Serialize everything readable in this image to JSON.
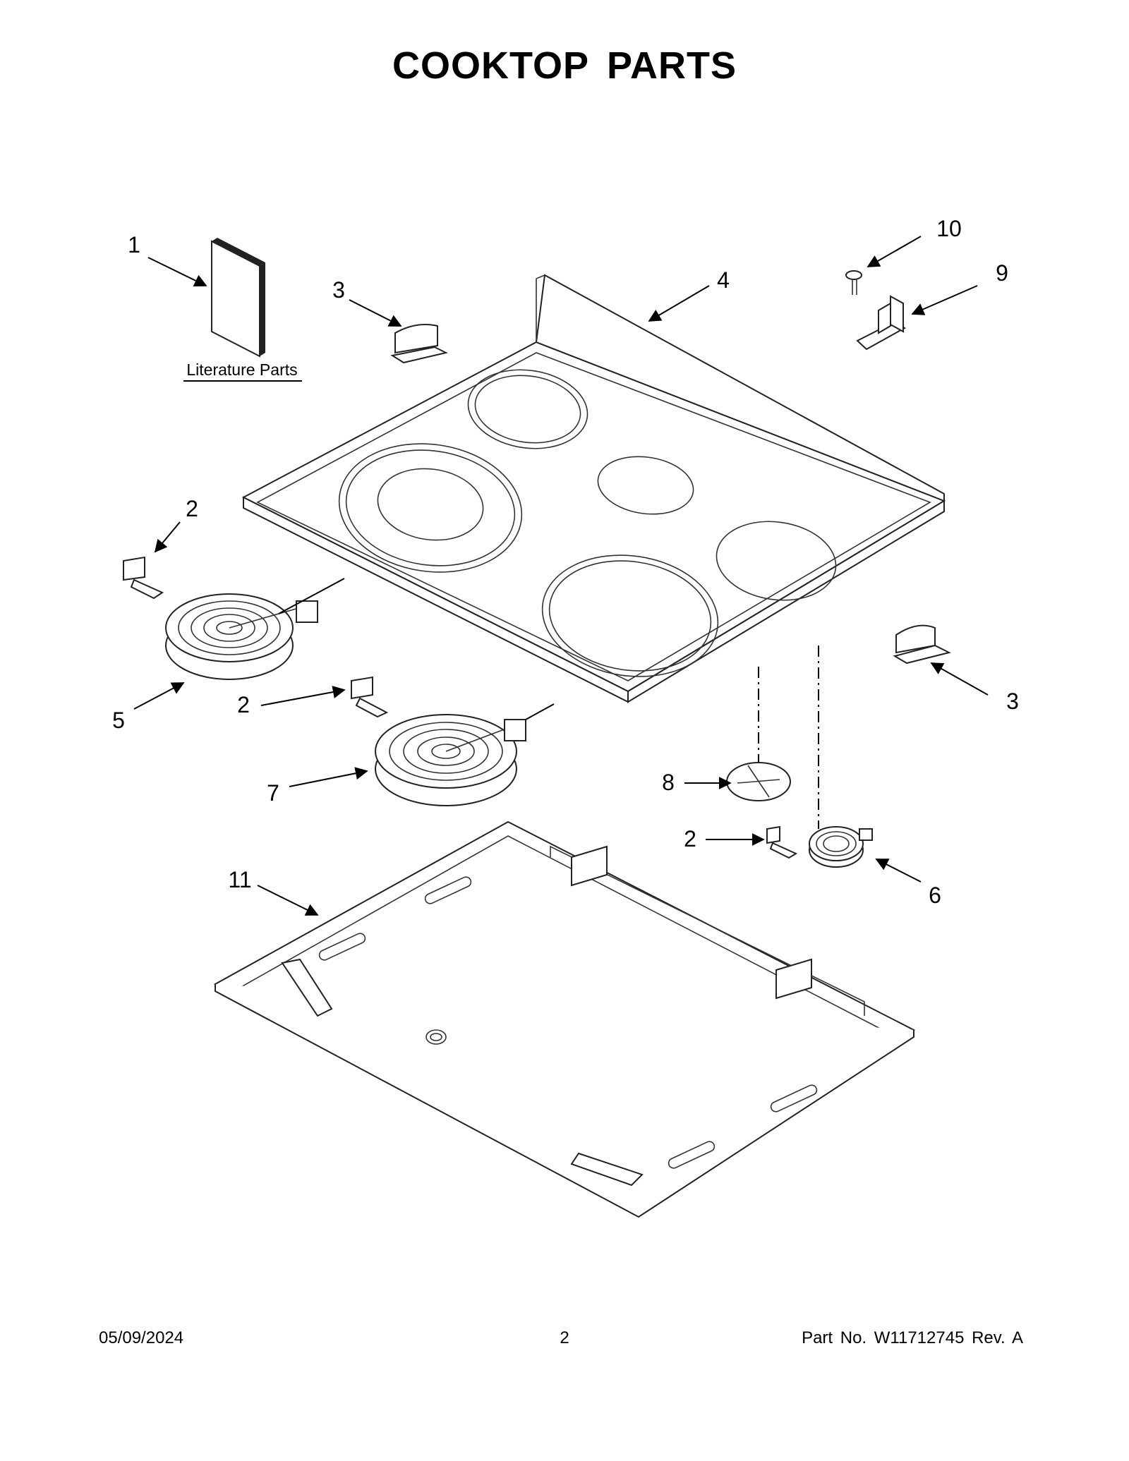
{
  "title": "COOKTOP  PARTS",
  "literature_label": "Literature Parts",
  "callouts": [
    {
      "id": "c1",
      "label": "1"
    },
    {
      "id": "c2a",
      "label": "2"
    },
    {
      "id": "c2b",
      "label": "2"
    },
    {
      "id": "c2c",
      "label": "2"
    },
    {
      "id": "c3a",
      "label": "3"
    },
    {
      "id": "c3b",
      "label": "3"
    },
    {
      "id": "c4",
      "label": "4"
    },
    {
      "id": "c5",
      "label": "5"
    },
    {
      "id": "c6",
      "label": "6"
    },
    {
      "id": "c7",
      "label": "7"
    },
    {
      "id": "c8",
      "label": "8"
    },
    {
      "id": "c9",
      "label": "9"
    },
    {
      "id": "c10",
      "label": "10"
    },
    {
      "id": "c11",
      "label": "11"
    }
  ],
  "footer": {
    "date": "05/09/2024",
    "page": "2",
    "part_no": "Part No.  W11712745  Rev.  A"
  }
}
